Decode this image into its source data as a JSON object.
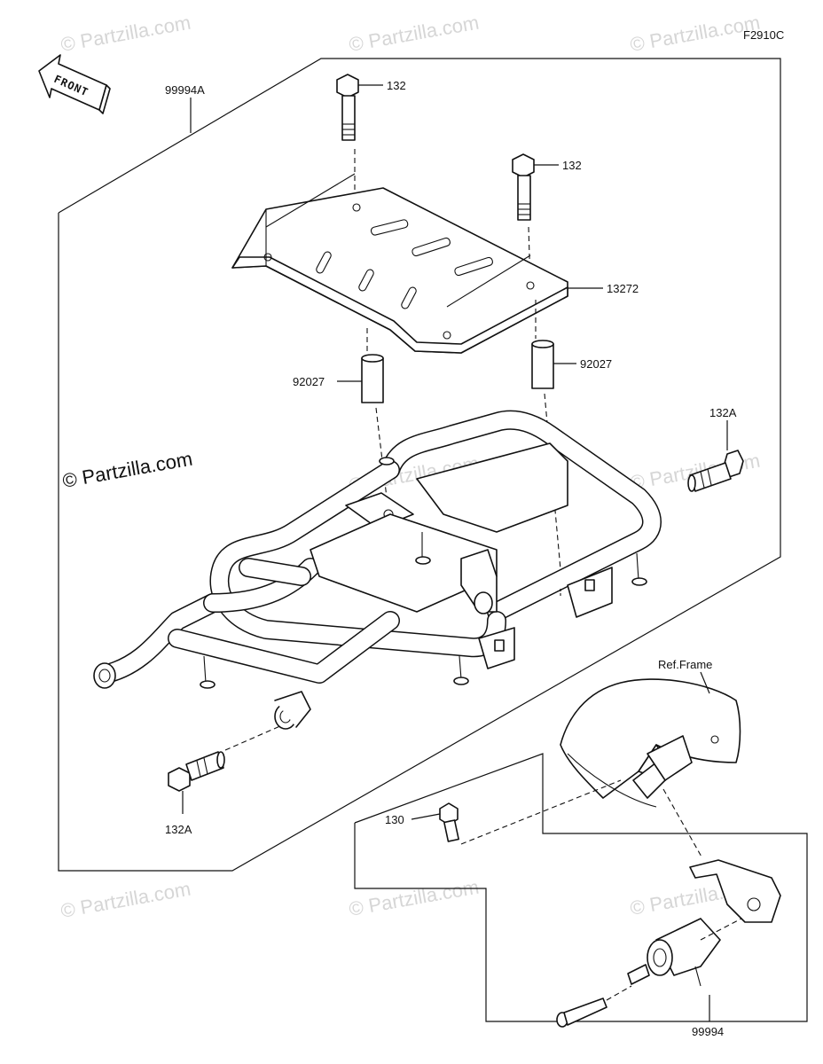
{
  "diagram": {
    "code": "F2910C",
    "front_label": "FRONT",
    "copyright": "© Partzilla.com",
    "watermark": "© Partzilla.com",
    "labels": {
      "kit_main": "99994A",
      "bolt_top_left": "132",
      "bolt_top_right": "132",
      "plate": "13272",
      "collar_left": "92027",
      "collar_right": "92027",
      "bolt_side_right": "132A",
      "bolt_bottom_left": "132A",
      "ref_frame": "Ref.Frame",
      "bolt_small": "130",
      "kit_lock": "99994"
    }
  }
}
